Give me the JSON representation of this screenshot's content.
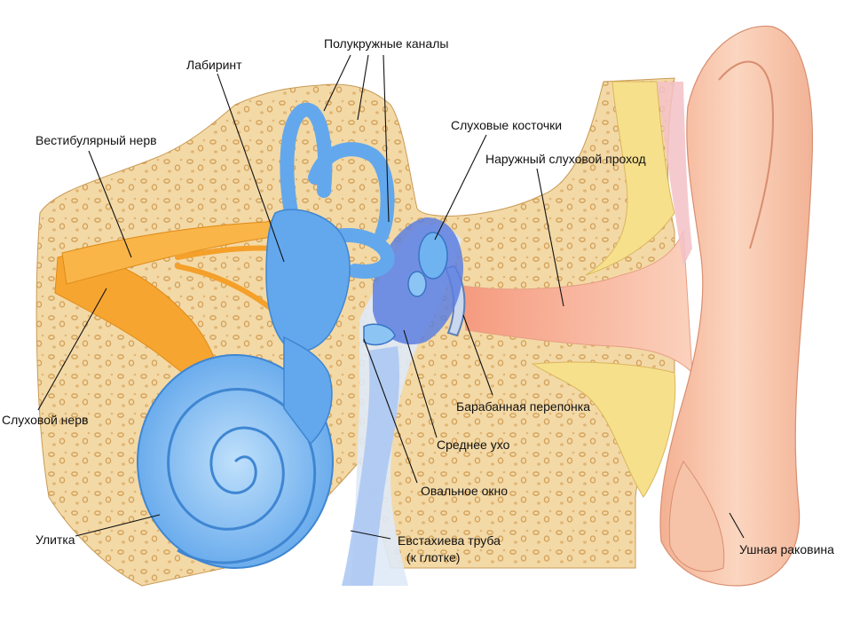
{
  "labels": {
    "semicircular_canals": "Полукружные каналы",
    "labyrinth": "Лабиринт",
    "vestibular_nerve": "Вестибулярный нерв",
    "auditory_ossicles": "Слуховые косточки",
    "external_canal": "Наружный слуховой проход",
    "auditory_nerve": "Слуховой нерв",
    "eardrum": "Барабанная перепонка",
    "middle_ear": "Среднее ухо",
    "oval_window": "Овальное окно",
    "cochlea": "Улитка",
    "eustachian_tube_line1": "Евстахиева труба",
    "eustachian_tube_line2": "(к глотке)",
    "auricle": "Ушная раковина"
  },
  "colors": {
    "bone": "#f3d9a6",
    "bone_pores": "#d9a860",
    "labyrinth_blue": "#63a8ec",
    "labyrinth_light": "#a9d4fa",
    "nerve_orange": "#f7a531",
    "canal_pink": "#f6b49a",
    "skin": "#f8cdb2",
    "cartilage_yellow": "#f7e28d"
  }
}
